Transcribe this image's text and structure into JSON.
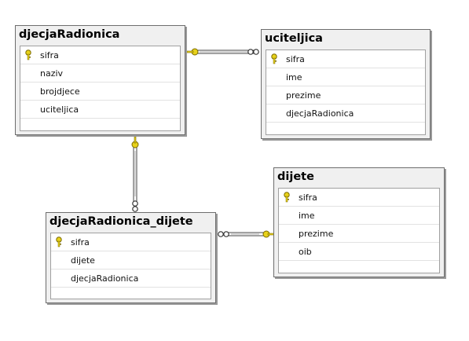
{
  "tables": {
    "djecjaRadionica": {
      "title": "djecjaRadionica",
      "columns": [
        "sifra",
        "naziv",
        "brojdjece",
        "uciteljica"
      ],
      "primary_key": "sifra"
    },
    "uciteljica": {
      "title": "uciteljica",
      "columns": [
        "sifra",
        "ime",
        "prezime",
        "djecjaRadionica"
      ],
      "primary_key": "sifra"
    },
    "djecjaRadionica_dijete": {
      "title": "djecjaRadionica_dijete",
      "columns": [
        "sifra",
        "dijete",
        "djecjaRadionica"
      ],
      "primary_key": "sifra"
    },
    "dijete": {
      "title": "dijete",
      "columns": [
        "sifra",
        "ime",
        "prezime",
        "oib"
      ],
      "primary_key": "sifra"
    }
  },
  "relationships": [
    {
      "from": "djecjaRadionica",
      "to": "uciteljica",
      "one_end": "djecjaRadionica",
      "many_end": "uciteljica"
    },
    {
      "from": "djecjaRadionica",
      "to": "djecjaRadionica_dijete",
      "one_end": "djecjaRadionica",
      "many_end": "djecjaRadionica_dijete"
    },
    {
      "from": "dijete",
      "to": "djecjaRadionica_dijete",
      "one_end": "dijete",
      "many_end": "djecjaRadionica_dijete"
    }
  ],
  "colors": {
    "key_icon": "#e8d21a",
    "key_outline": "#7a6a00",
    "header_bg": "#f0f0f0",
    "border": "#6d6d6d"
  },
  "icons": {
    "primary_key": "key-icon",
    "one_end": "key-end-icon",
    "many_end": "infinity-icon"
  }
}
